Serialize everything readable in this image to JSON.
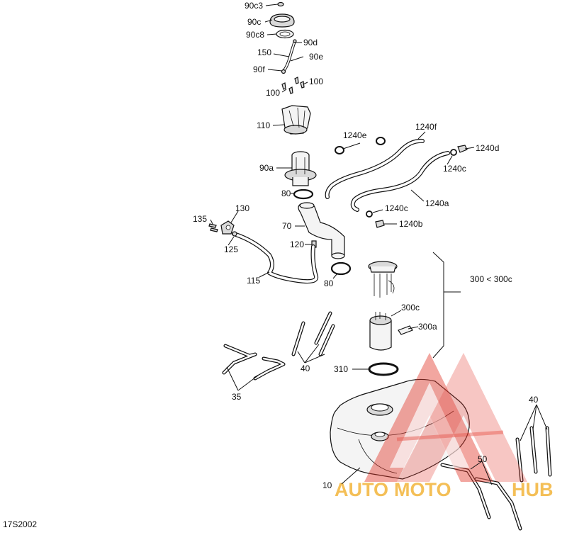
{
  "labels": {
    "l_90c3": "90c3",
    "l_90c": "90c",
    "l_90c8": "90c8",
    "l_90d": "90d",
    "l_150": "150",
    "l_90e": "90e",
    "l_90f": "90f",
    "l_100a": "100",
    "l_100b": "100",
    "l_110": "110",
    "l_1240e": "1240e",
    "l_1240f": "1240f",
    "l_1240d": "1240d",
    "l_1240c_a": "1240c",
    "l_90a": "90a",
    "l_80a": "80",
    "l_1240a": "1240a",
    "l_130": "130",
    "l_135": "135",
    "l_1240c_b": "1240c",
    "l_1240b": "1240b",
    "l_70": "70",
    "l_125": "125",
    "l_120": "120",
    "l_300range": "300 < 300c",
    "l_115": "115",
    "l_80b": "80",
    "l_300c": "300c",
    "l_300a": "300a",
    "l_40a": "40",
    "l_310": "310",
    "l_35": "35",
    "l_40b": "40",
    "l_50": "50",
    "l_10": "10"
  },
  "diagram_code": "17S2002",
  "watermark": {
    "text_a": "AUTO",
    "text_b": "MOTO",
    "text_c": "HUB",
    "color_yellow": "#f2b233",
    "color_red": "#e23a2e"
  }
}
